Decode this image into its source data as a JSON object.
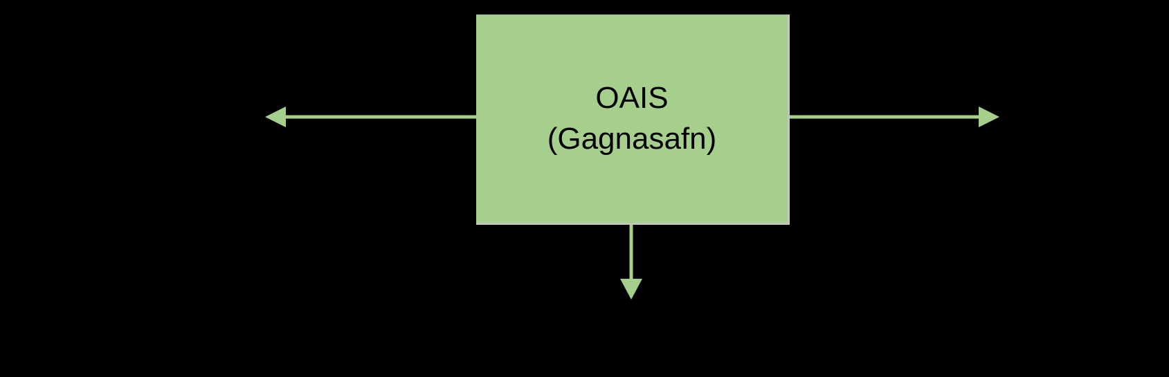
{
  "diagram": {
    "box": {
      "title_line1": "OAIS",
      "title_line2": "(Gagnasafn)"
    },
    "arrows": [
      {
        "name": "left-arrow",
        "direction": "left"
      },
      {
        "name": "right-arrow",
        "direction": "right"
      },
      {
        "name": "down-arrow",
        "direction": "down"
      }
    ]
  },
  "colors": {
    "background": "#000000",
    "box_fill": "#a6ce8d",
    "box_shadow_edge": "#c3c6bd",
    "arrow": "#a6ce8d",
    "text": "#000000"
  }
}
